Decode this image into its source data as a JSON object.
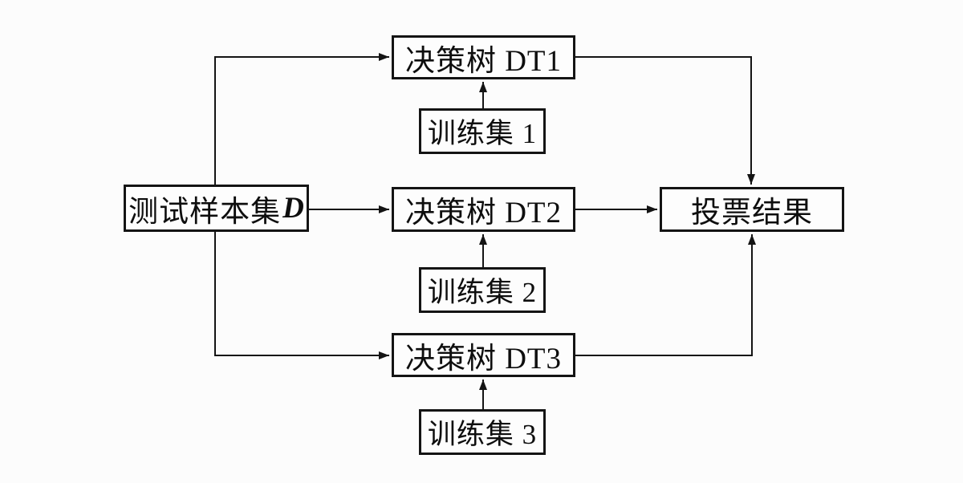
{
  "figure": {
    "type": "flow-diagram",
    "description_colors": {
      "background": "#fcfcfc",
      "line": "#141414",
      "box_border": "#141414",
      "text": "#0e0e0e"
    },
    "nodes": {
      "test_set": {
        "label": "测试样本集",
        "var": "D"
      },
      "dt1": {
        "label": "决策树 DT1"
      },
      "train1": {
        "label": "训练集 1"
      },
      "dt2": {
        "label": "决策树 DT2"
      },
      "train2": {
        "label": "训练集 2"
      },
      "dt3": {
        "label": "决策树 DT3"
      },
      "train3": {
        "label": "训练集 3"
      },
      "vote": {
        "label": "投票结果"
      }
    },
    "edges": [
      {
        "from": "test_set",
        "to": "dt1"
      },
      {
        "from": "test_set",
        "to": "dt2"
      },
      {
        "from": "test_set",
        "to": "dt3"
      },
      {
        "from": "train1",
        "to": "dt1"
      },
      {
        "from": "train2",
        "to": "dt2"
      },
      {
        "from": "train3",
        "to": "dt3"
      },
      {
        "from": "dt1",
        "to": "vote"
      },
      {
        "from": "dt2",
        "to": "vote"
      },
      {
        "from": "dt3",
        "to": "vote"
      }
    ]
  }
}
